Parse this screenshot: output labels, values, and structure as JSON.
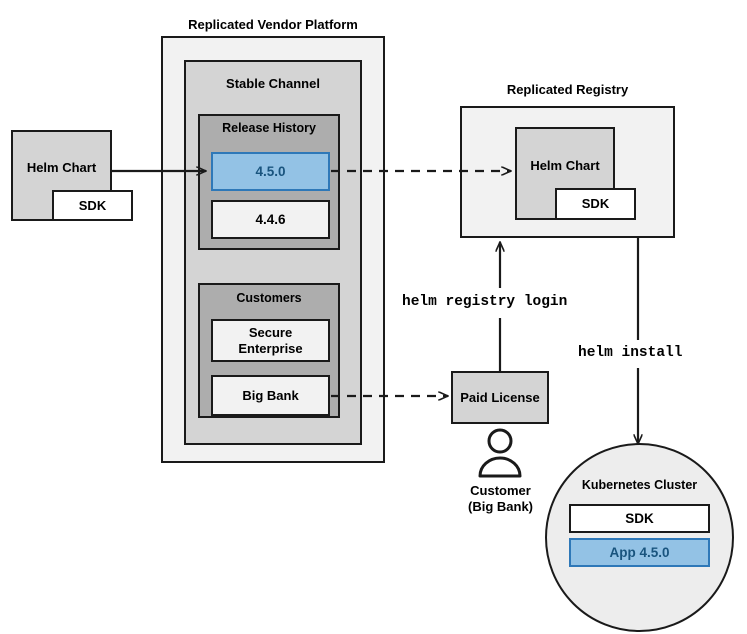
{
  "diagram": {
    "title_vendor_platform": "Replicated Vendor Platform",
    "title_registry": "Replicated Registry",
    "source_chart": {
      "label": "Helm Chart",
      "sdk_label": "SDK"
    },
    "vendor_platform": {
      "channel_label": "Stable Channel",
      "release_history": {
        "label": "Release History",
        "releases": [
          {
            "version": "4.5.0",
            "highlighted": true
          },
          {
            "version": "4.4.6",
            "highlighted": false
          }
        ]
      },
      "customers": {
        "label": "Customers",
        "entries": [
          {
            "name": "Secure Enterprise"
          },
          {
            "name": "Big Bank"
          }
        ]
      }
    },
    "registry": {
      "chart_label": "Helm Chart",
      "sdk_label": "SDK"
    },
    "license": {
      "label": "Paid License"
    },
    "customer_actor": {
      "icon": "person-icon",
      "caption_line1": "Customer",
      "caption_line2": "(Big Bank)"
    },
    "cluster": {
      "label": "Kubernetes Cluster",
      "components": [
        {
          "name": "SDK",
          "highlighted": false
        },
        {
          "name": "App 4.5.0",
          "highlighted": true
        }
      ]
    },
    "commands": {
      "registry_login": "helm registry login",
      "install": "helm install"
    },
    "colors": {
      "highlight_fill": "#93C2E5",
      "highlight_border": "#2E78B8",
      "highlight_text": "#19547E",
      "platform_fill": "#F2F2F2",
      "channel_fill": "#D4D4D4",
      "group_fill": "#ADADAD",
      "stroke": "#1a1a1a"
    }
  }
}
